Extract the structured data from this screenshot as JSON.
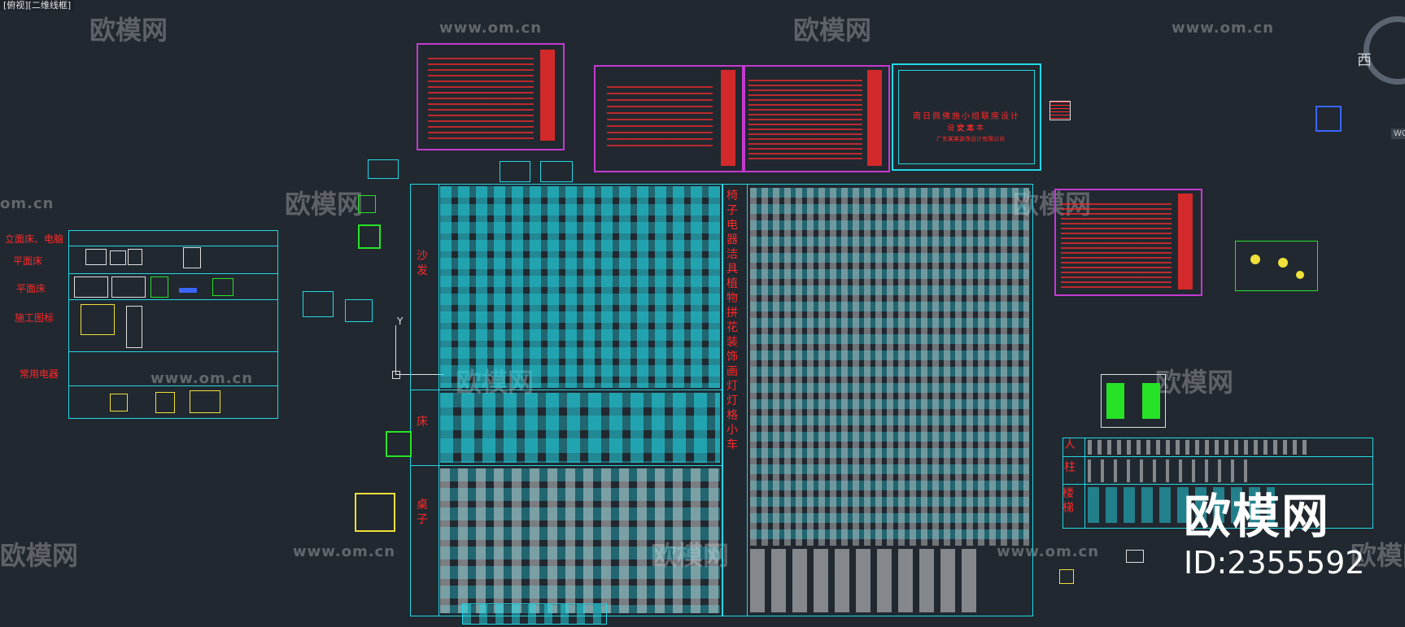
{
  "viewport": {
    "label": "[俯视][二维线框]"
  },
  "watermark": {
    "brand": "欧模网",
    "url": "www.om.cn",
    "url_short": "om.cn"
  },
  "compass": {
    "west": "西",
    "side_label": "WC"
  },
  "legend": {
    "rows": [
      "立面床、电脑",
      "平面床",
      "平面床",
      "施工图标",
      "常用电器"
    ]
  },
  "categories": {
    "sofa": "沙发",
    "bed": "床",
    "table": "桌子",
    "right_column": [
      "椅",
      "子",
      "电",
      "器",
      "洁",
      "具",
      "植",
      "物",
      "拼",
      "花",
      "装",
      "饰",
      "画",
      "灯",
      "灯",
      "格",
      "小",
      "车"
    ],
    "right_column_text": "椅子 电器 洁具 植物 拼花 装饰 画 灯 灯格 小车",
    "people": "人",
    "column": "柱",
    "stairs": "楼梯"
  },
  "cover_sheet": {
    "title": "南日佩佛施小组联席设计文本",
    "subtitle": "设计文本",
    "company": "广东某某装饰设计有限公司"
  },
  "brand": {
    "logo": "欧模网",
    "id": "ID:2355592"
  },
  "colors": {
    "background": "#212830",
    "cyan": "#22d8e6",
    "magenta": "#c43ad0",
    "red": "#ff2a2a",
    "green": "#27e327",
    "yellow": "#f0e03a"
  }
}
